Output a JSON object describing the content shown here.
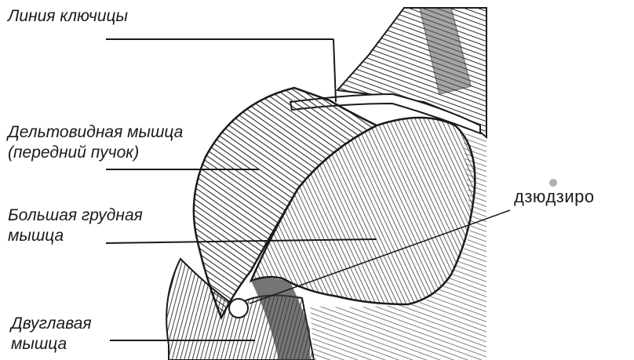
{
  "labels": {
    "clavicle_line": "Линия ключицы",
    "deltoid": [
      "Дельтовидная мышца",
      "(передний пучок)"
    ],
    "pectoralis": [
      "Большая грудная",
      "мышца"
    ],
    "biceps": [
      "Двуглавая",
      "мышца"
    ]
  },
  "callout": {
    "term": "дзюдзиро"
  }
}
